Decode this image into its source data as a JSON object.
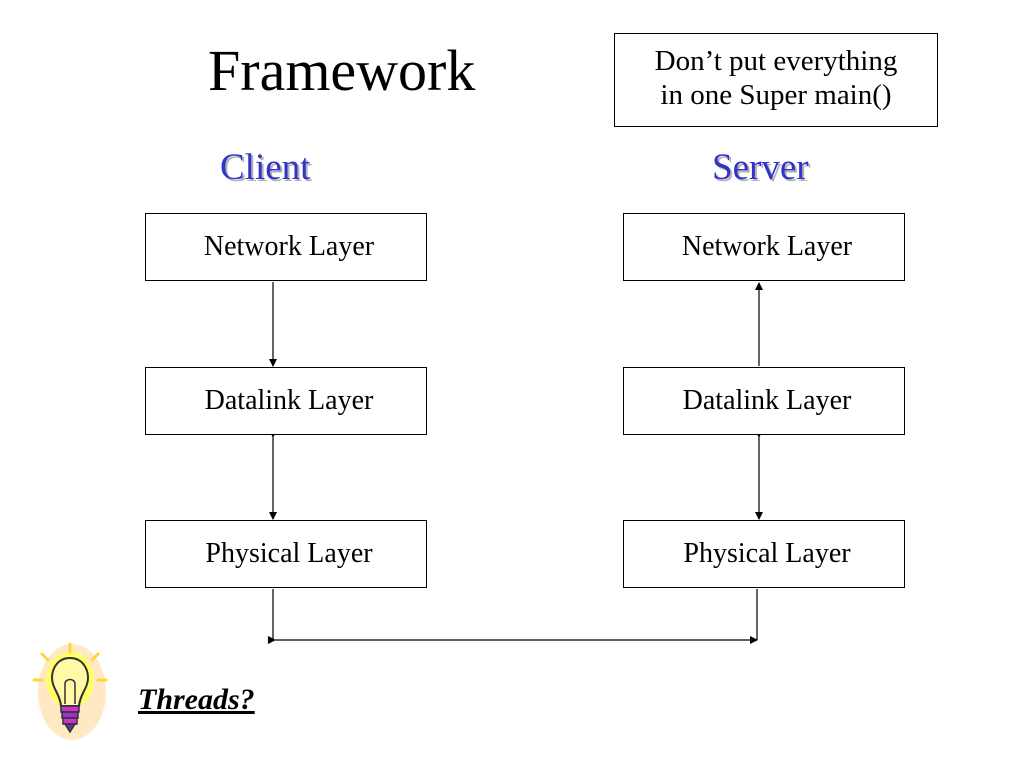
{
  "slide": {
    "title": "Framework",
    "note_lines": [
      "Don’t put everything",
      "in one Super main()"
    ],
    "footer_question": "Threads?"
  },
  "columns": {
    "client": {
      "heading": "Client",
      "layers": [
        "Network Layer",
        "Datalink Layer",
        "Physical Layer"
      ]
    },
    "server": {
      "heading": "Server",
      "layers": [
        "Network Layer",
        "Datalink Layer",
        "Physical Layer"
      ]
    }
  },
  "colors": {
    "heading_blue": "#3333cc",
    "heading_shadow": "#b3b3b3",
    "line": "#000000",
    "bulb_glow": "#ffff66",
    "bulb_base": "#cc33cc"
  },
  "icons": {
    "idea": "lightbulb-icon"
  }
}
